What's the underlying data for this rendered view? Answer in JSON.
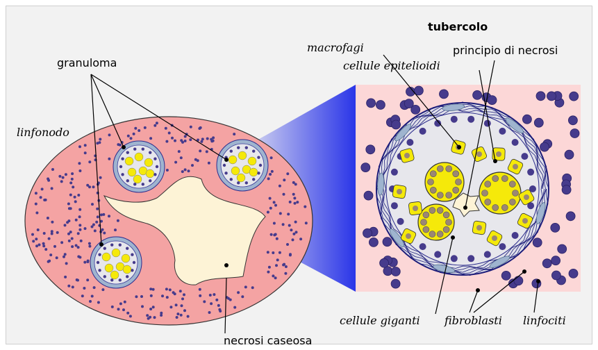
{
  "labels": {
    "title": "tubercolo",
    "granuloma": "granuloma",
    "linfonodo": "linfonodo",
    "necrosi_caseosa": "necrosi caseosa",
    "macrofagi": "macrofagi",
    "cellule_epitelioidi": "cellule epitelioidi",
    "principio_necrosi": "principio di necrosi",
    "cellule_giganti": "cellule giganti",
    "fibroblasti": "fibroblasti",
    "linfociti": "linfociti"
  },
  "colors": {
    "lymph_node": "#f4a3a3",
    "necrosis": "#fdf3d6",
    "zoom_panel": "#fcd7d7",
    "lymphocyte": "#463b8c",
    "epithelioid": "#f5e90a",
    "granuloma_core": "#e7e7ec",
    "fibroblast": "#9fb4cf",
    "gradient": "#2a35e8"
  }
}
